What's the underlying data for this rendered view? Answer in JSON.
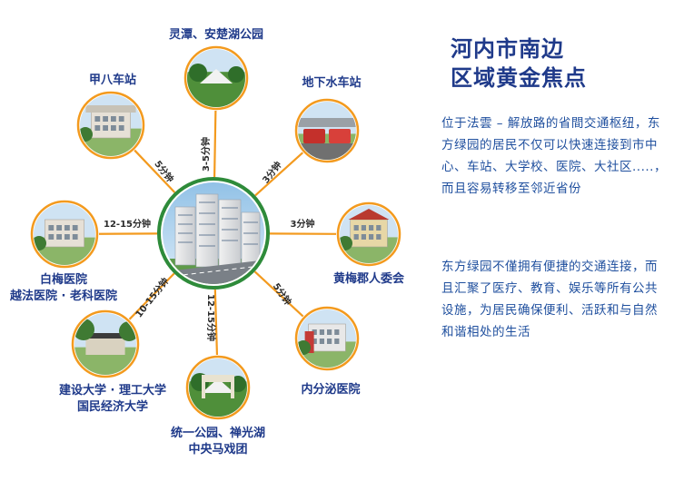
{
  "title": {
    "line1": "河内市南边",
    "line2": "区域黄金焦点"
  },
  "paragraphs": [
    "位于法雲 – 解放路的省間交通枢纽，东方绿园的居民不仅可以快速连接到市中心、车站、大学校、医院、大社区.....，而且容易转移至邻近省份",
    "东方绿园不僅拥有便捷的交通连接，而且汇聚了医疗、教育、娱乐等所有公共设施，为居民确保便利、活跃和与自然和谐相处的生活"
  ],
  "center": {
    "icon": "apartment-towers-icon"
  },
  "destinations": [
    {
      "id": "top",
      "label_lines": [
        "灵潭、安楚湖公园"
      ],
      "time": "3-5分钟",
      "icon": "park-icon"
    },
    {
      "id": "top-right",
      "label_lines": [
        "地下水车站"
      ],
      "time": "3分钟",
      "icon": "bus-station-icon"
    },
    {
      "id": "right",
      "label_lines": [
        "黄梅郡人委会"
      ],
      "time": "3分钟",
      "icon": "government-building-icon"
    },
    {
      "id": "bottom-right",
      "label_lines": [
        "内分泌医院"
      ],
      "time": "5分钟",
      "icon": "hospital-icon"
    },
    {
      "id": "bottom",
      "label_lines": [
        "统一公园、禅光湖",
        "中央马戏团"
      ],
      "time": "12-15分钟",
      "icon": "park-gate-icon"
    },
    {
      "id": "bottom-left",
      "label_lines": [
        "建设大学 · 理工大学",
        "国民经济大学"
      ],
      "time": "10-15分钟",
      "icon": "university-icon"
    },
    {
      "id": "left",
      "label_lines": [
        "白梅医院",
        "越法医院 · 老科医院"
      ],
      "time": "12-15分钟",
      "icon": "hospital-building-icon"
    },
    {
      "id": "top-left",
      "label_lines": [
        "甲八车站"
      ],
      "time": "5分钟",
      "icon": "train-station-icon"
    }
  ],
  "colors": {
    "accent_orange": "#f39a1e",
    "ring_green": "#2e8b3a",
    "text_blue": "#1f3a8a",
    "paragraph_blue": "#1f4f9e"
  }
}
